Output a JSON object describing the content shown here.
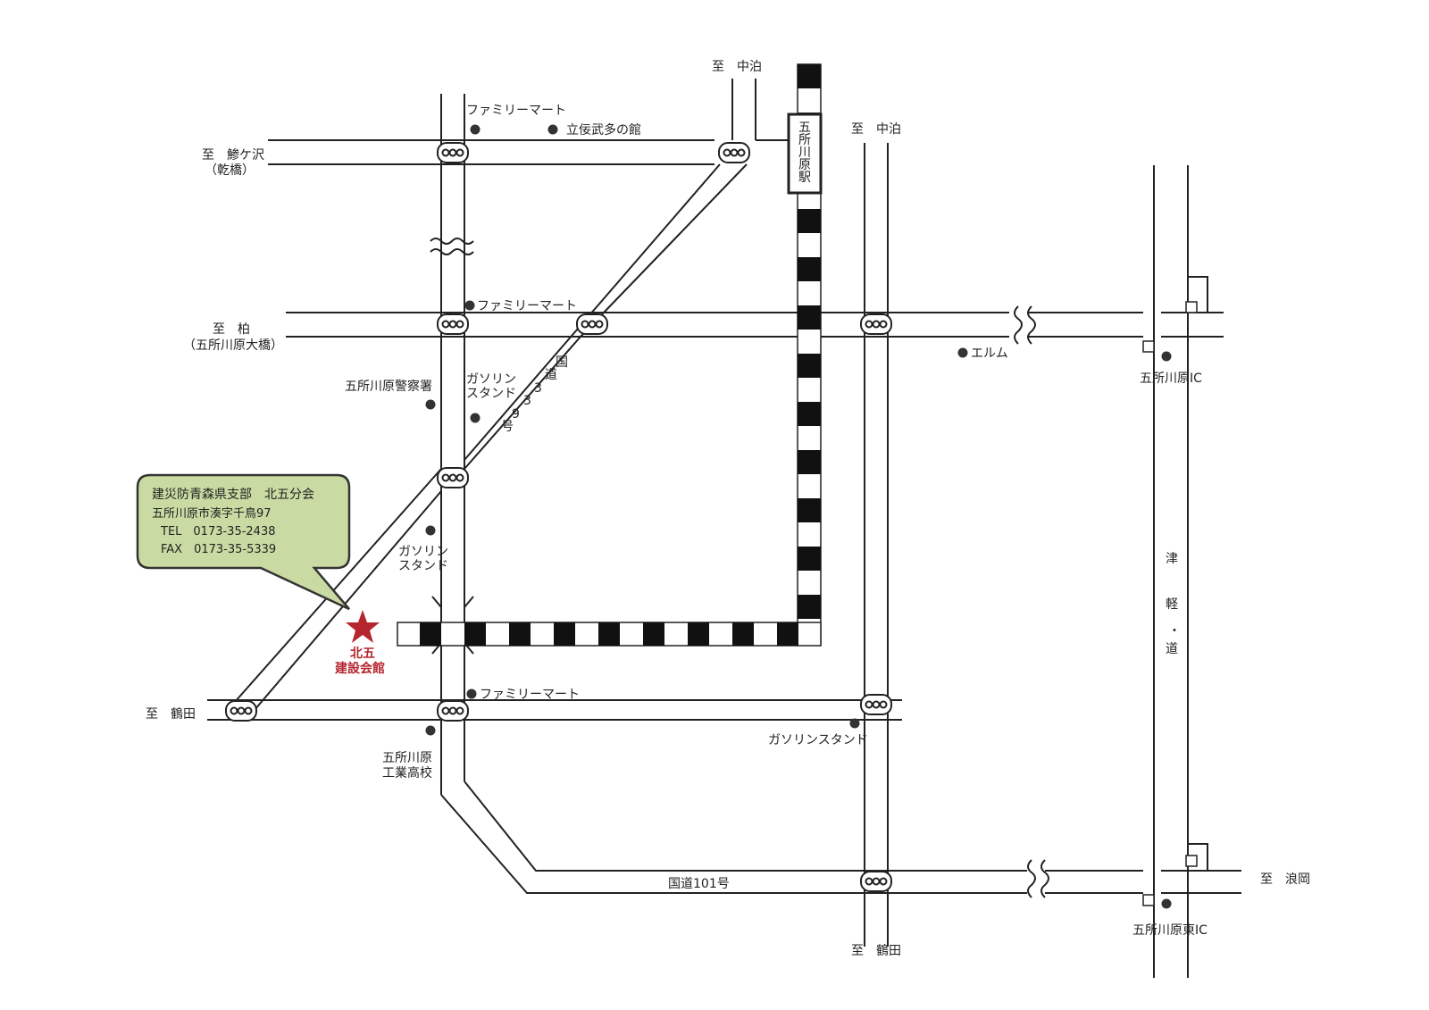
{
  "map": {
    "destinations": {
      "top_left_1": "至　鯵ケ沢",
      "top_left_1_sub": "（乾橋）",
      "top_left_2": "至　柏",
      "top_left_2_sub": "（五所川原大橋）",
      "top_center_1": "至　中泊",
      "top_center_2": "至　中泊",
      "bottom_left": "至　鶴田",
      "bottom_center": "至　鶴田",
      "right": "至　浪岡"
    },
    "station": [
      "五",
      "所",
      "川",
      "原",
      "駅"
    ],
    "places": {
      "familymart_1": "ファミリーマート",
      "tachineputa": "立佞武多の館",
      "familymart_2": "ファミリーマート",
      "police": "五所川原警察署",
      "gas_1_line1": "ガソリン",
      "gas_1_line2": "スタンド",
      "gas_2_line1": "ガソリン",
      "gas_2_line2": "スタンド",
      "familymart_3": "ファミリーマート",
      "school_line1": "五所川原",
      "school_line2": "工業高校",
      "gas_3": "ガソリンスタンド",
      "elm": "エルム",
      "ic_1": "五所川原IC",
      "ic_2": "五所川原東IC"
    },
    "route339": [
      "国",
      "道",
      "3",
      "3",
      "9",
      "号"
    ],
    "route101": "国道101号",
    "tsugaru": [
      "津",
      "軽",
      "・",
      "道"
    ],
    "target_line1": "北五",
    "target_line2": "建設会館",
    "colors": {
      "callout_bg": "#c9dba3",
      "star": "#b5262f"
    }
  },
  "callout": {
    "line1": "建災防青森県支部　北五分会",
    "line2": "五所川原市湊字千鳥97",
    "line3": "TEL　0173-35-2438",
    "line4": "FAX　0173-35-5339"
  }
}
